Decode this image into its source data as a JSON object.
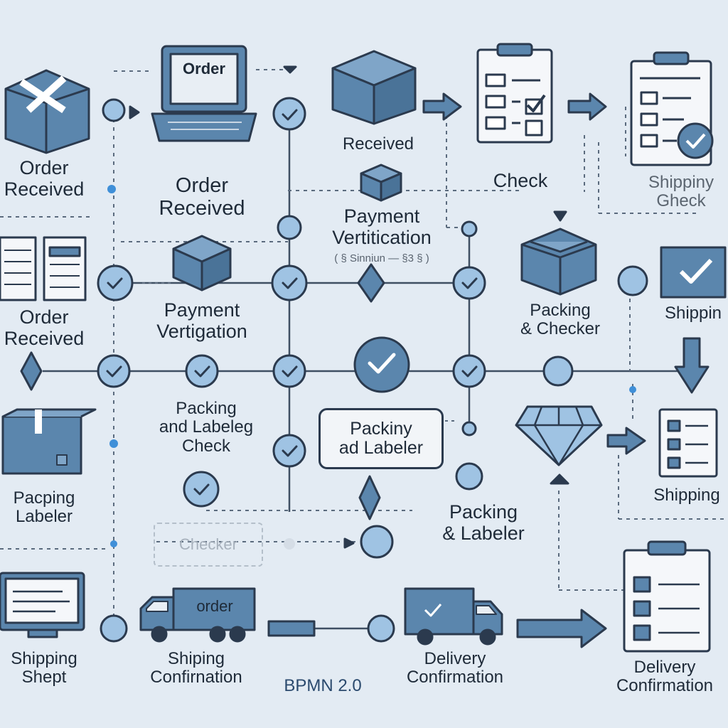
{
  "colors": {
    "background": "#e3ebf3",
    "icon_fill": "#5b86ad",
    "icon_stroke": "#2b3a4e",
    "node_fill": "#9fc3e3",
    "connector": "#5b6b7e"
  },
  "icons": [
    "open-box-icon",
    "laptop-icon",
    "package-icon",
    "checklist-clipboard-icon",
    "checklist-clipboard-icon",
    "documents-icon",
    "cube-icon",
    "box-icon",
    "checkmark-screen-icon",
    "taped-box-icon",
    "diamond-icon",
    "form-icon",
    "monitor-icon",
    "truck-icon",
    "truck-icon",
    "clipboard-icon"
  ],
  "labels": {
    "order_received_1": "Order\nReceived",
    "order_received_2": "Order\nReceived",
    "order_received_3": "Order\nReceived",
    "received": "Received",
    "check": "Check",
    "shipping_check": "Shippiny\nGheck",
    "payment_verification_1": "Payment\nVertitication",
    "payment_verification_sub": "( § Sinniun — §3 § )",
    "payment_verification_2": "Payment\nVertigation",
    "packing_checker": "Packing\n& Checker",
    "shipping_right": "Shippin",
    "packing_labeling_check": "Packing\nand Labeleg\nCheck",
    "packing_labeler_box": "Packiny\nad Labeler",
    "shipping_lower": "Shipping",
    "pacping_labeler": "Pacping\nLabeler",
    "ghost_checker": "Checker",
    "packing_labeler_2": "Packing\n& Labeler",
    "shipping_shept": "Shipping\nShept",
    "shiping_confirmation": "Shiping\nConfirnation",
    "bpmn": "BPMN 2.0",
    "delivery_confirmation_1": "Delivery\nConfirmation",
    "delivery_confirmation_2": "Delivery\nConfirmation"
  },
  "laptop_screen_text": "Order",
  "truck_text": "order"
}
